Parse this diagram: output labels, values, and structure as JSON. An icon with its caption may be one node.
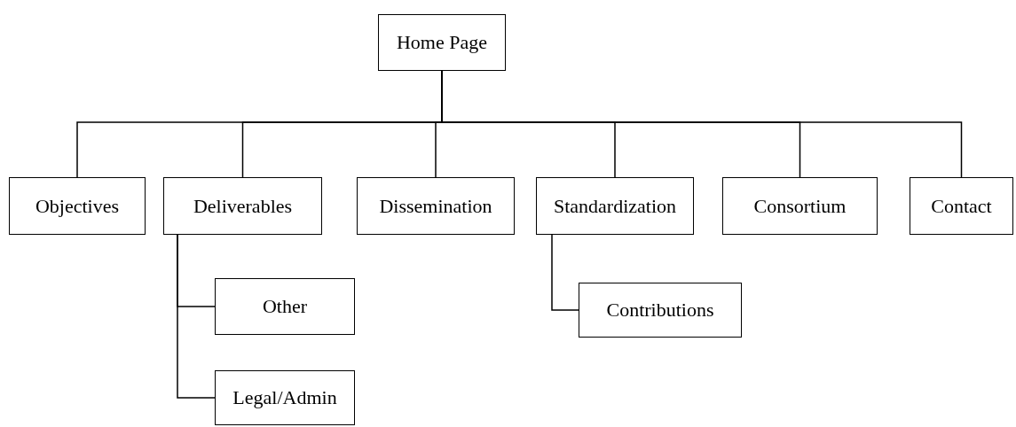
{
  "diagram": {
    "nodes": [
      {
        "text": [
          "Home Page"
        ]
      },
      {
        "text": [
          "Objectives"
        ]
      },
      {
        "text": [
          "Deliverables"
        ]
      },
      {
        "text": [
          "Dissemination"
        ]
      },
      {
        "text": [
          "Standardization"
        ]
      },
      {
        "text": [
          "Consortium"
        ]
      },
      {
        "text": [
          "Contact"
        ]
      },
      {
        "text": [
          "Other"
        ]
      },
      {
        "text": [
          "Legal/Admin"
        ]
      },
      {
        "text": [
          "Contributions"
        ]
      }
    ],
    "edges": [
      {
        "from": 0,
        "to": 1,
        "arrow": "none"
      },
      {
        "from": 0,
        "to": 2,
        "arrow": "none"
      },
      {
        "from": 0,
        "to": 3,
        "arrow": "none"
      },
      {
        "from": 0,
        "to": 4,
        "arrow": "none"
      },
      {
        "from": 0,
        "to": 5,
        "arrow": "none"
      },
      {
        "from": 0,
        "to": 6,
        "arrow": "none"
      },
      {
        "from": 2,
        "to": 7,
        "arrow": "none"
      },
      {
        "from": 2,
        "to": 8,
        "arrow": "none"
      },
      {
        "from": 4,
        "to": 9,
        "arrow": "none"
      }
    ]
  }
}
